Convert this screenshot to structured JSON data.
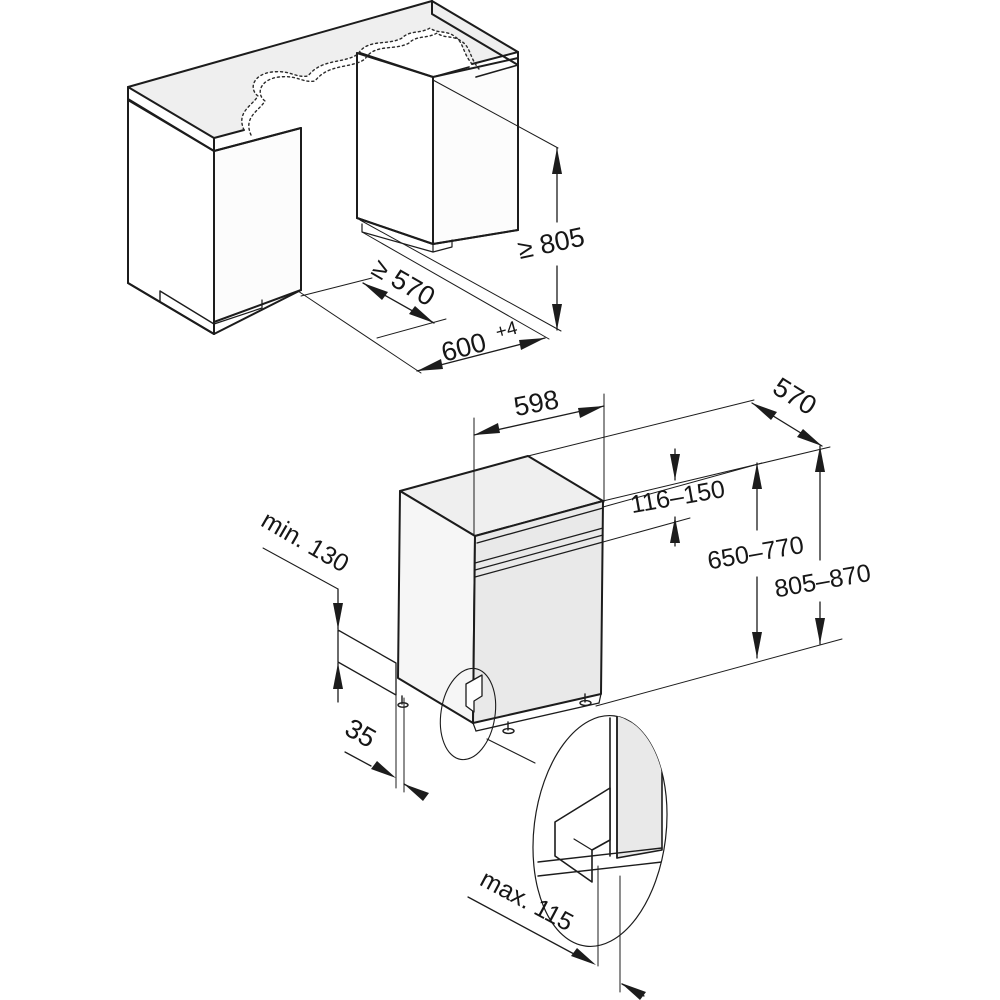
{
  "diagram": {
    "type": "appliance-installation-drawing",
    "views": {
      "niche_view": {
        "description": "kitchen niche between two base cabinets under a torn-away worktop",
        "labels": {
          "niche_depth": "≥ 570",
          "niche_height": "≥ 805",
          "niche_width": "600",
          "niche_width_tolerance": "+4"
        }
      },
      "appliance_view": {
        "description": "built-under dishwasher with adjustment dimensions and plinth detail magnifier",
        "labels": {
          "appliance_width": "598",
          "appliance_depth": "570",
          "control_panel_zone": "116–150",
          "door_height_range": "650–770",
          "overall_height_range": "805–870",
          "plinth_min_height": "min. 130",
          "side_clearance": "35",
          "plinth_recess_max": "max. 115"
        }
      }
    },
    "colors": {
      "line": "#1c1c1c",
      "surface_light": "#efefef",
      "surface_mid": "#e9e9e9",
      "surface_white": "#ffffff"
    }
  }
}
